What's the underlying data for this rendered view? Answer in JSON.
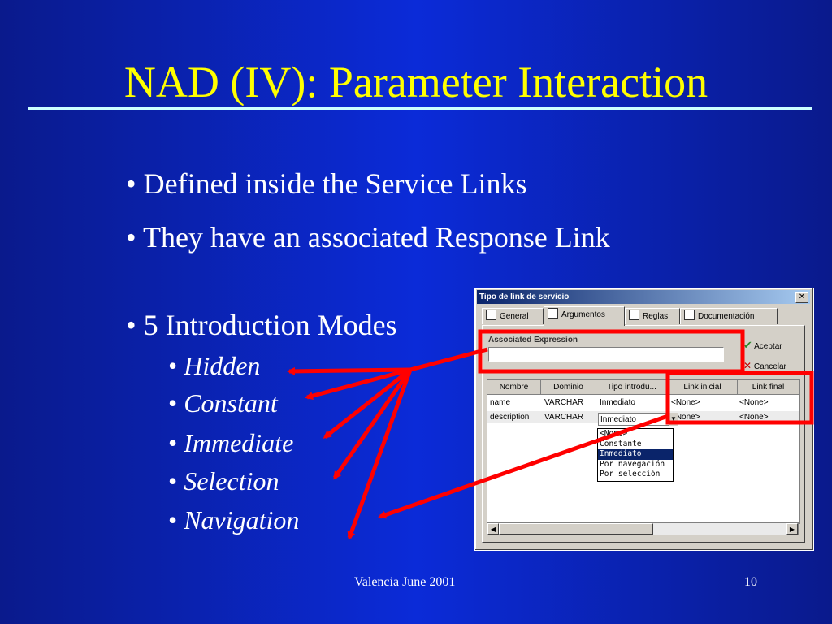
{
  "slide": {
    "title": "NAD (IV): Parameter Interaction",
    "bullets": [
      "• Defined inside the Service Links",
      "• They have an associated Response Link",
      "• 5 Introduction Modes"
    ],
    "modes": [
      "Hidden",
      "Constant",
      "Immediate",
      "Selection",
      "Navigation"
    ],
    "bullet_dot": "•",
    "footer_left": "Valencia June 2001",
    "page_number": "10"
  },
  "dialog": {
    "title": "Tipo de link de servicio",
    "close": "✕",
    "tabs": [
      "General",
      "Argumentos",
      "Reglas",
      "Documentación"
    ],
    "active_tab": "Argumentos",
    "expression_label": "Associated Expression",
    "expression_value": "",
    "accept_label": "Aceptar",
    "cancel_label": "Cancelar",
    "accept_icon": "✔",
    "cancel_icon": "✕",
    "columns": [
      "Nombre",
      "Dominio",
      "Tipo introdu...",
      "Link inicial",
      "Link final"
    ],
    "rows": [
      {
        "nombre": "name",
        "dominio": "VARCHAR",
        "tipo": "Inmediato",
        "inicial": "<None>",
        "final": "<None>"
      },
      {
        "nombre": "description",
        "dominio": "VARCHAR",
        "tipo": "Inmediato",
        "inicial": "<None>",
        "final": "<None>"
      }
    ],
    "dropdown_options": [
      "<None>",
      "Constante",
      "Inmediato",
      "Por navegación",
      "Por selección"
    ],
    "dropdown_selected": "Inmediato",
    "combo_arrow": "▼",
    "scroll_left": "◀",
    "scroll_right": "▶"
  },
  "colors": {
    "title": "#ffff00",
    "highlight": "#ff0000",
    "background": "#0b2bd8"
  }
}
